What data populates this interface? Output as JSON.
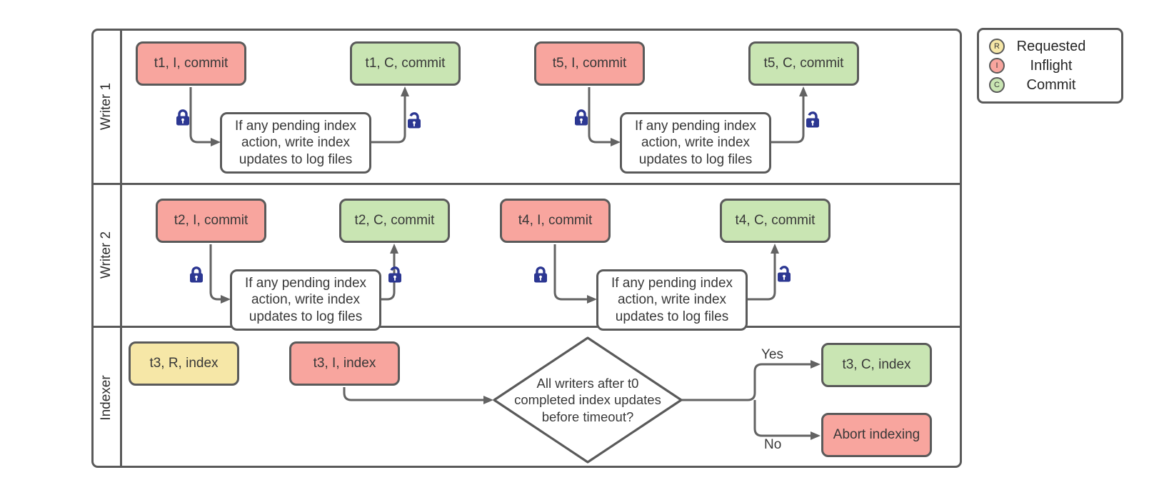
{
  "palette": {
    "requested_fill": "#f6e7a7",
    "inflight_fill": "#f8a59e",
    "commit_fill": "#c9e5b3",
    "shape_border": "#5a5a5a",
    "connector_gray": "#636363",
    "lock_blue": "#2c3792"
  },
  "lanes": [
    {
      "label": "Writer 1"
    },
    {
      "label": "Writer 2"
    },
    {
      "label": "Indexer"
    }
  ],
  "nodes": {
    "t1_inflight": {
      "label": "t1, I, commit",
      "state": "inflight"
    },
    "t1_commit": {
      "label": "t1, C, commit",
      "state": "commit"
    },
    "t5_inflight": {
      "label": "t5, I, commit",
      "state": "inflight"
    },
    "t5_commit": {
      "label": "t5, C, commit",
      "state": "commit"
    },
    "t2_inflight": {
      "label": "t2, I, commit",
      "state": "inflight"
    },
    "t2_commit": {
      "label": "t2, C, commit",
      "state": "commit"
    },
    "t4_inflight": {
      "label": "t4, I, commit",
      "state": "inflight"
    },
    "t4_commit": {
      "label": "t4, C, commit",
      "state": "commit"
    },
    "t3_requested": {
      "label": "t3, R, index",
      "state": "requested"
    },
    "t3_inflight": {
      "label": "t3, I, index",
      "state": "inflight"
    },
    "t3_commit": {
      "label": "t3, C, index",
      "state": "commit"
    },
    "abort": {
      "label": "Abort indexing",
      "state": "inflight"
    }
  },
  "process": {
    "label": "If any pending index action, write index updates to log files"
  },
  "decision": {
    "label": "All writers after t0 completed index updates before timeout?",
    "yes": "Yes",
    "no": "No"
  },
  "legend": {
    "items": [
      {
        "letter": "R",
        "label": "Requested"
      },
      {
        "letter": "I",
        "label": "Inflight"
      },
      {
        "letter": "C",
        "label": "Commit"
      }
    ]
  }
}
